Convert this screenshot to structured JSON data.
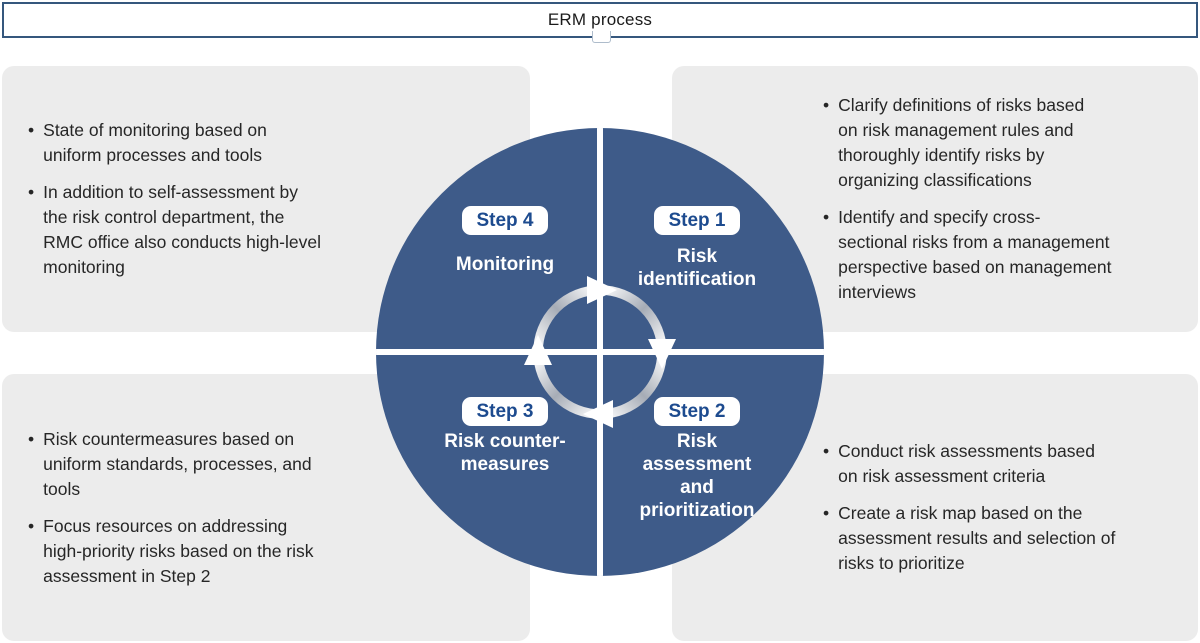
{
  "title": "ERM process",
  "colors": {
    "circle_blue": "#3e5b89",
    "pill_text_blue": "#1d4b8f",
    "box_gray": "#ececec",
    "title_border": "#35577d",
    "body_text": "#262626",
    "ring_silver": "#a6acb6"
  },
  "steps": [
    {
      "pill": "Step 1",
      "label": "Risk\nidentification",
      "bullets": [
        "Clarify definitions of risks based\non risk management rules and\nthoroughly identify risks by\norganizing classifications",
        "Identify and specify cross-\nsectional risks from a management\nperspective based on management\ninterviews"
      ]
    },
    {
      "pill": "Step 2",
      "label": "Risk\nassessment\nand\nprioritization",
      "bullets": [
        "Conduct risk assessments based\non risk assessment criteria",
        "Create a risk map based on the\nassessment results and selection of\nrisks to prioritize"
      ]
    },
    {
      "pill": "Step 3",
      "label": "Risk counter-\nmeasures",
      "bullets": [
        "Risk countermeasures based on\nuniform standards, processes, and\ntools",
        "Focus resources on addressing\nhigh-priority risks based on the risk\nassessment in Step 2"
      ]
    },
    {
      "pill": "Step 4",
      "label": "Monitoring",
      "bullets": [
        "State of monitoring based on\nuniform processes and tools",
        "In addition to self-assessment by\nthe risk control department, the\nRMC office also conducts high-level\nmonitoring"
      ]
    }
  ],
  "bullet_glyph": "•"
}
